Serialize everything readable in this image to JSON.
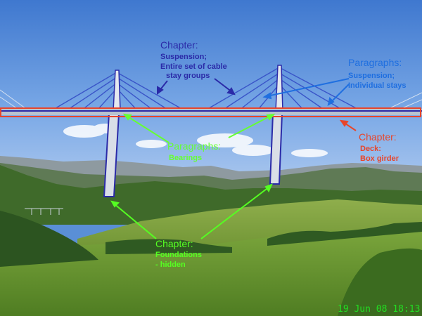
{
  "colors": {
    "suspension_label": "#2b2ba8",
    "stays_label": "#1f6fe0",
    "deck_label": "#e8452a",
    "bearings_label": "#66ff33",
    "foundations_label": "#55ff22",
    "timestamp": "#22dd22"
  },
  "labels": {
    "suspension_chapter": {
      "heading": "Chapter:",
      "lines": [
        "Suspension;",
        "Entire set of cable",
        "stay groups"
      ]
    },
    "stays_paragraphs": {
      "heading": "Paragraphs:",
      "lines": [
        "Suspension;",
        "Individual stays"
      ]
    },
    "deck_chapter": {
      "heading": "Chapter:",
      "lines": [
        "Deck:",
        "Box girder"
      ]
    },
    "bearings_paragraphs": {
      "heading": "Paragraphs:",
      "lines": [
        "Bearings"
      ]
    },
    "foundations_chapter": {
      "heading": "Chapter:",
      "lines": [
        "Foundations",
        "- hidden"
      ]
    }
  },
  "timestamp": "19 Jun 08 18:13"
}
